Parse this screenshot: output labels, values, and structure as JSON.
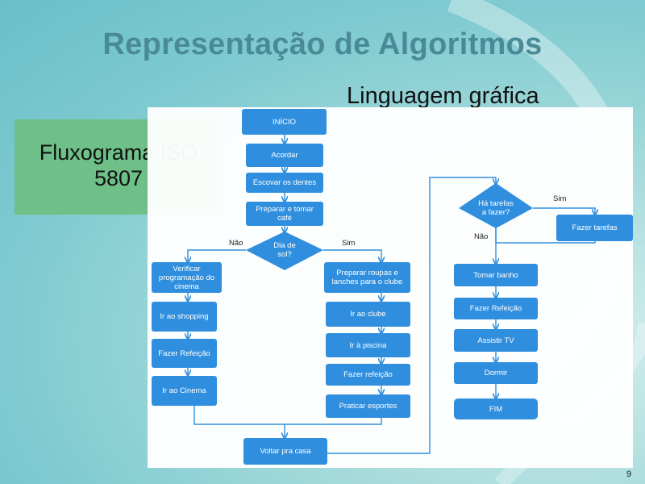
{
  "slide": {
    "title": "Representação de Algoritmos",
    "subtitle": "Linguagem gráfica",
    "iso_line1": "Fluxograma ISO",
    "iso_line2": "5807",
    "page_number": "9"
  },
  "flowchart": {
    "inicio": "INÍCIO",
    "acordar": "Acordar",
    "escovar": "Escovar os dentes",
    "cafe": "Preparar e tomar café",
    "dia_sol": "Dia de sol?",
    "nao_left": "Não",
    "sim_right": "Sim",
    "verificar": "Verificar programação do cinema",
    "shopping": "Ir ao shopping",
    "refeicao_left": "Fazer Refeição",
    "cinema": "Ir ao Cinema",
    "preparar_roupas": "Preparar roupas e lanches para o clube",
    "clube": "Ir ao clube",
    "piscina": "Ir à piscina",
    "refeicao_mid": "Fazer refeição",
    "esportes": "Praticar esportes",
    "voltar": "Voltar pra casa",
    "tarefas_q": "Há tarefas a fazer?",
    "sim_top": "Sim",
    "nao_bottom": "Não",
    "fazer_tarefas": "Fazer tarefas",
    "banho": "Tomar banho",
    "refeicao_right": "Fazer Refeição",
    "tv": "Assistir TV",
    "dormir": "Dormir",
    "fim": "FIM"
  },
  "colors": {
    "box": "#2f8fde",
    "title": "#4a8a97",
    "iso_box": "#6ec088"
  }
}
